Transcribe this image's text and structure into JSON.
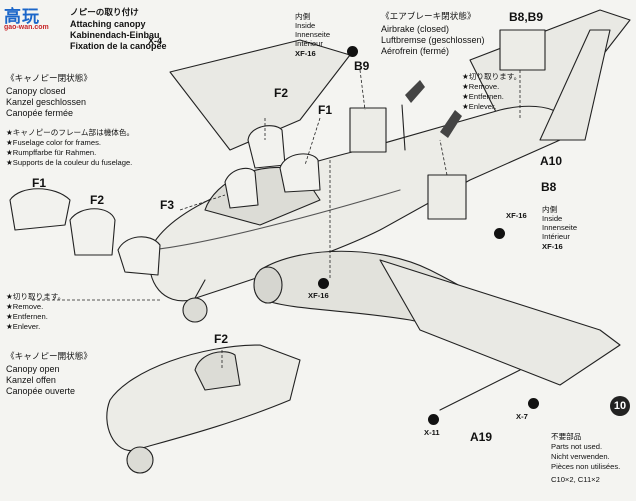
{
  "logo": {
    "chars": "高玩",
    "sub": "gao-wan.com"
  },
  "attach": {
    "jp": "ノピーの取り付け",
    "en": "Attaching canopy",
    "de": "Kabinendach-Einbau",
    "fr": "Fixation de la canopée"
  },
  "canopy_closed": {
    "jp": "《キャノピー閉状態》",
    "en": "Canopy closed",
    "de": "Kanzel geschlossen",
    "fr": "Canopée fermée"
  },
  "frame_note": {
    "jp": "★キャノピーのフレーム部は機体色。",
    "en": "★Fuselage color for frames.",
    "de": "★Rumpffarbe für Rahmen.",
    "fr": "★Supports de la couleur du fuselage."
  },
  "cut_left": {
    "jp": "★切り取ります。",
    "en": "★Remove.",
    "de": "★Entfernen.",
    "fr": "★Enlever."
  },
  "cut_right": {
    "jp": "★切り取ります。",
    "en": "★Remove.",
    "de": "★Entfernen.",
    "fr": "★Enlever."
  },
  "inside_top": {
    "jp": "内側",
    "en": "Inside",
    "de": "Innenseite",
    "fr": "Intérieur",
    "code": "XF-16"
  },
  "inside_right": {
    "jp": "内側",
    "en": "Inside",
    "de": "Innenseite",
    "fr": "Intérieur",
    "code": "XF-16"
  },
  "airbrake": {
    "jp": "《エアブレーキ閉状態》",
    "en": "Airbrake (closed)",
    "de": "Luftbremse (geschlossen)",
    "fr": "Aérofrein (fermé)"
  },
  "canopy_open": {
    "jp": "《キャノピー開状態》",
    "en": "Canopy open",
    "de": "Kanzel offen",
    "fr": "Canopée ouverte"
  },
  "not_used": {
    "jp": "不要部品",
    "en": "Parts not used.",
    "de": "Nicht verwenden.",
    "fr": "Pièces non utilisées.",
    "parts": "C10×2, C11×2"
  },
  "labels": {
    "x4": "X-4",
    "f2_top": "F2",
    "f1_top": "F1",
    "b9": "B9",
    "b8b9": "B8,B9",
    "f3": "F3",
    "f1_left": "F1",
    "f2_left": "F2",
    "a10": "A10",
    "b8": "B8",
    "xf16_mid": "XF-16",
    "xf16_low": "XF-16",
    "f2_bottom": "F2",
    "x11": "X-11",
    "a19": "A19",
    "x7": "X-7",
    "step": "10"
  }
}
